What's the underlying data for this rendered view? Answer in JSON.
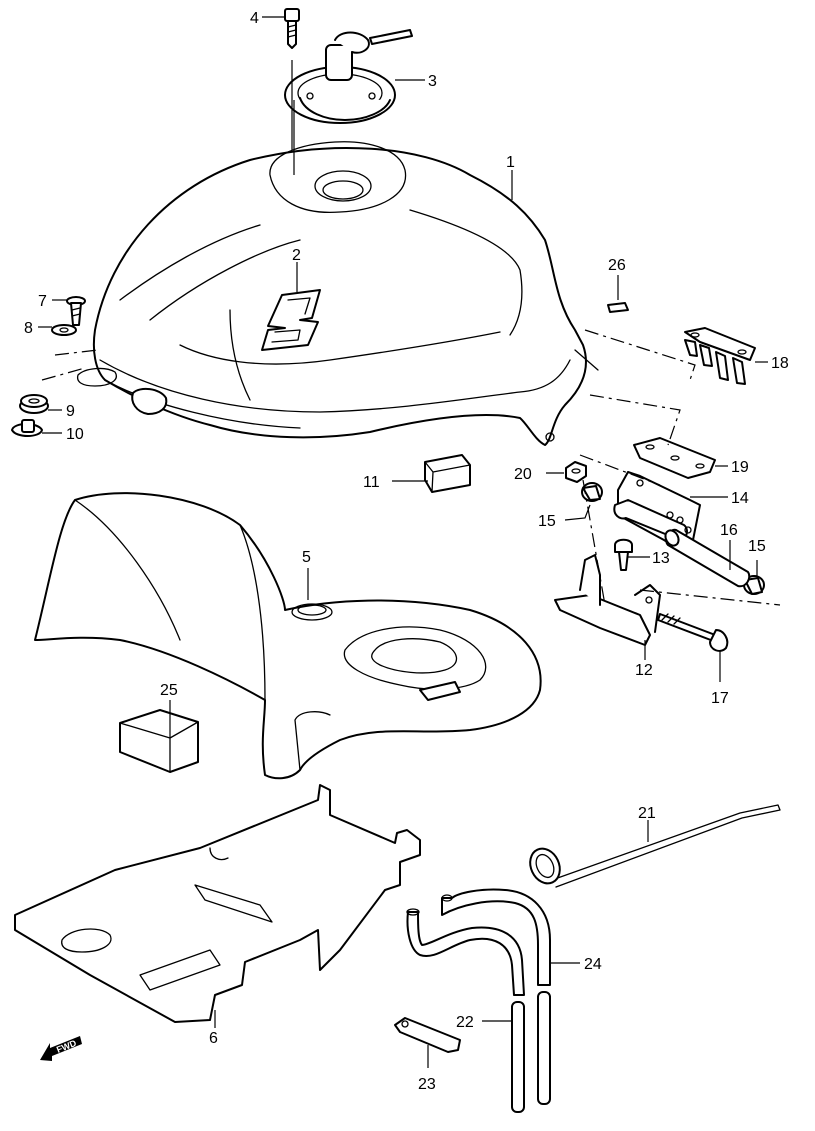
{
  "callouts": [
    {
      "id": "1",
      "label": "1"
    },
    {
      "id": "2",
      "label": "2"
    },
    {
      "id": "3",
      "label": "3"
    },
    {
      "id": "4",
      "label": "4"
    },
    {
      "id": "5",
      "label": "5"
    },
    {
      "id": "6",
      "label": "6"
    },
    {
      "id": "7",
      "label": "7"
    },
    {
      "id": "8",
      "label": "8"
    },
    {
      "id": "9",
      "label": "9"
    },
    {
      "id": "10",
      "label": "10"
    },
    {
      "id": "11",
      "label": "11"
    },
    {
      "id": "12",
      "label": "12"
    },
    {
      "id": "13",
      "label": "13"
    },
    {
      "id": "14",
      "label": "14"
    },
    {
      "id": "15a",
      "label": "15"
    },
    {
      "id": "15b",
      "label": "15"
    },
    {
      "id": "16",
      "label": "16"
    },
    {
      "id": "17",
      "label": "17"
    },
    {
      "id": "18",
      "label": "18"
    },
    {
      "id": "19",
      "label": "19"
    },
    {
      "id": "20",
      "label": "20"
    },
    {
      "id": "21",
      "label": "21"
    },
    {
      "id": "22",
      "label": "22"
    },
    {
      "id": "23",
      "label": "23"
    },
    {
      "id": "24",
      "label": "24"
    },
    {
      "id": "25",
      "label": "25"
    },
    {
      "id": "26",
      "label": "26"
    }
  ],
  "fwd_marker": {
    "label": "FWD"
  }
}
